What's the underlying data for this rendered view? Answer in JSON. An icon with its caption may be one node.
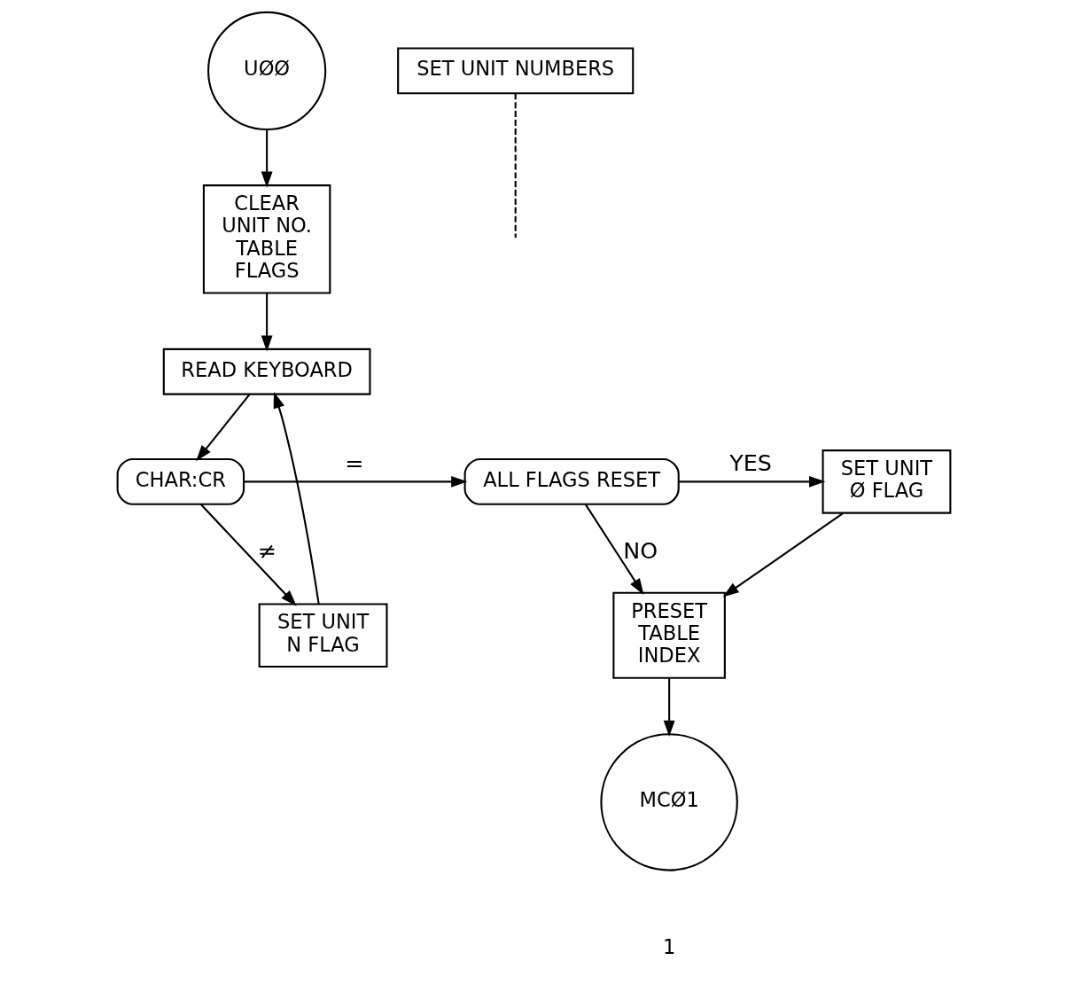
{
  "diagram": {
    "nodes": [
      {
        "text": [
          "UØØ"
        ]
      },
      {
        "text": [
          "SET UNIT NUMBERS"
        ]
      },
      {
        "text": [
          "CLEAR UNIT NO. TABLE FLAGS"
        ]
      },
      {
        "text": [
          "READ KEYBOARD"
        ]
      },
      {
        "text": [
          "CHAR:CR"
        ]
      },
      {
        "text": [
          "ALL FLAGS RESET"
        ]
      },
      {
        "text": [
          "SET UNIT Ø FLAG"
        ]
      },
      {
        "text": [
          "SET UNIT N FLAG"
        ]
      },
      {
        "text": [
          "PRESET TABLE INDEX"
        ]
      },
      {
        "text": [
          "MCØ1"
        ]
      }
    ],
    "edges": [
      {
        "from": 0,
        "to": 2,
        "arrow": "to"
      },
      {
        "from": 1,
        "to": null,
        "arrow": "none",
        "style": "dashed"
      },
      {
        "from": 2,
        "to": 3,
        "arrow": "to"
      },
      {
        "from": 3,
        "to": 4,
        "arrow": "to"
      },
      {
        "from": 4,
        "to": 5,
        "arrow": "to",
        "label": "="
      },
      {
        "from": 5,
        "to": 6,
        "arrow": "to",
        "label": "YES"
      },
      {
        "from": 4,
        "to": 7,
        "arrow": "to",
        "label": "≠"
      },
      {
        "from": 5,
        "to": 8,
        "arrow": "to",
        "label": "NO"
      },
      {
        "from": 6,
        "to": 8,
        "arrow": "to"
      },
      {
        "from": 7,
        "to": 3,
        "arrow": "to"
      },
      {
        "from": 8,
        "to": 9,
        "arrow": "to"
      }
    ],
    "labels": [
      "1"
    ]
  }
}
